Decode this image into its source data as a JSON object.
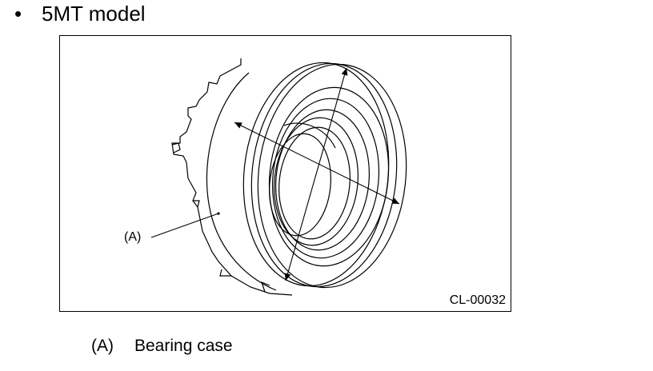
{
  "heading": {
    "bullet": "•",
    "text": "5MT model"
  },
  "figure": {
    "callout": "(A)",
    "code": "CL-00032"
  },
  "legend": {
    "key": "(A)",
    "text": "Bearing case"
  }
}
